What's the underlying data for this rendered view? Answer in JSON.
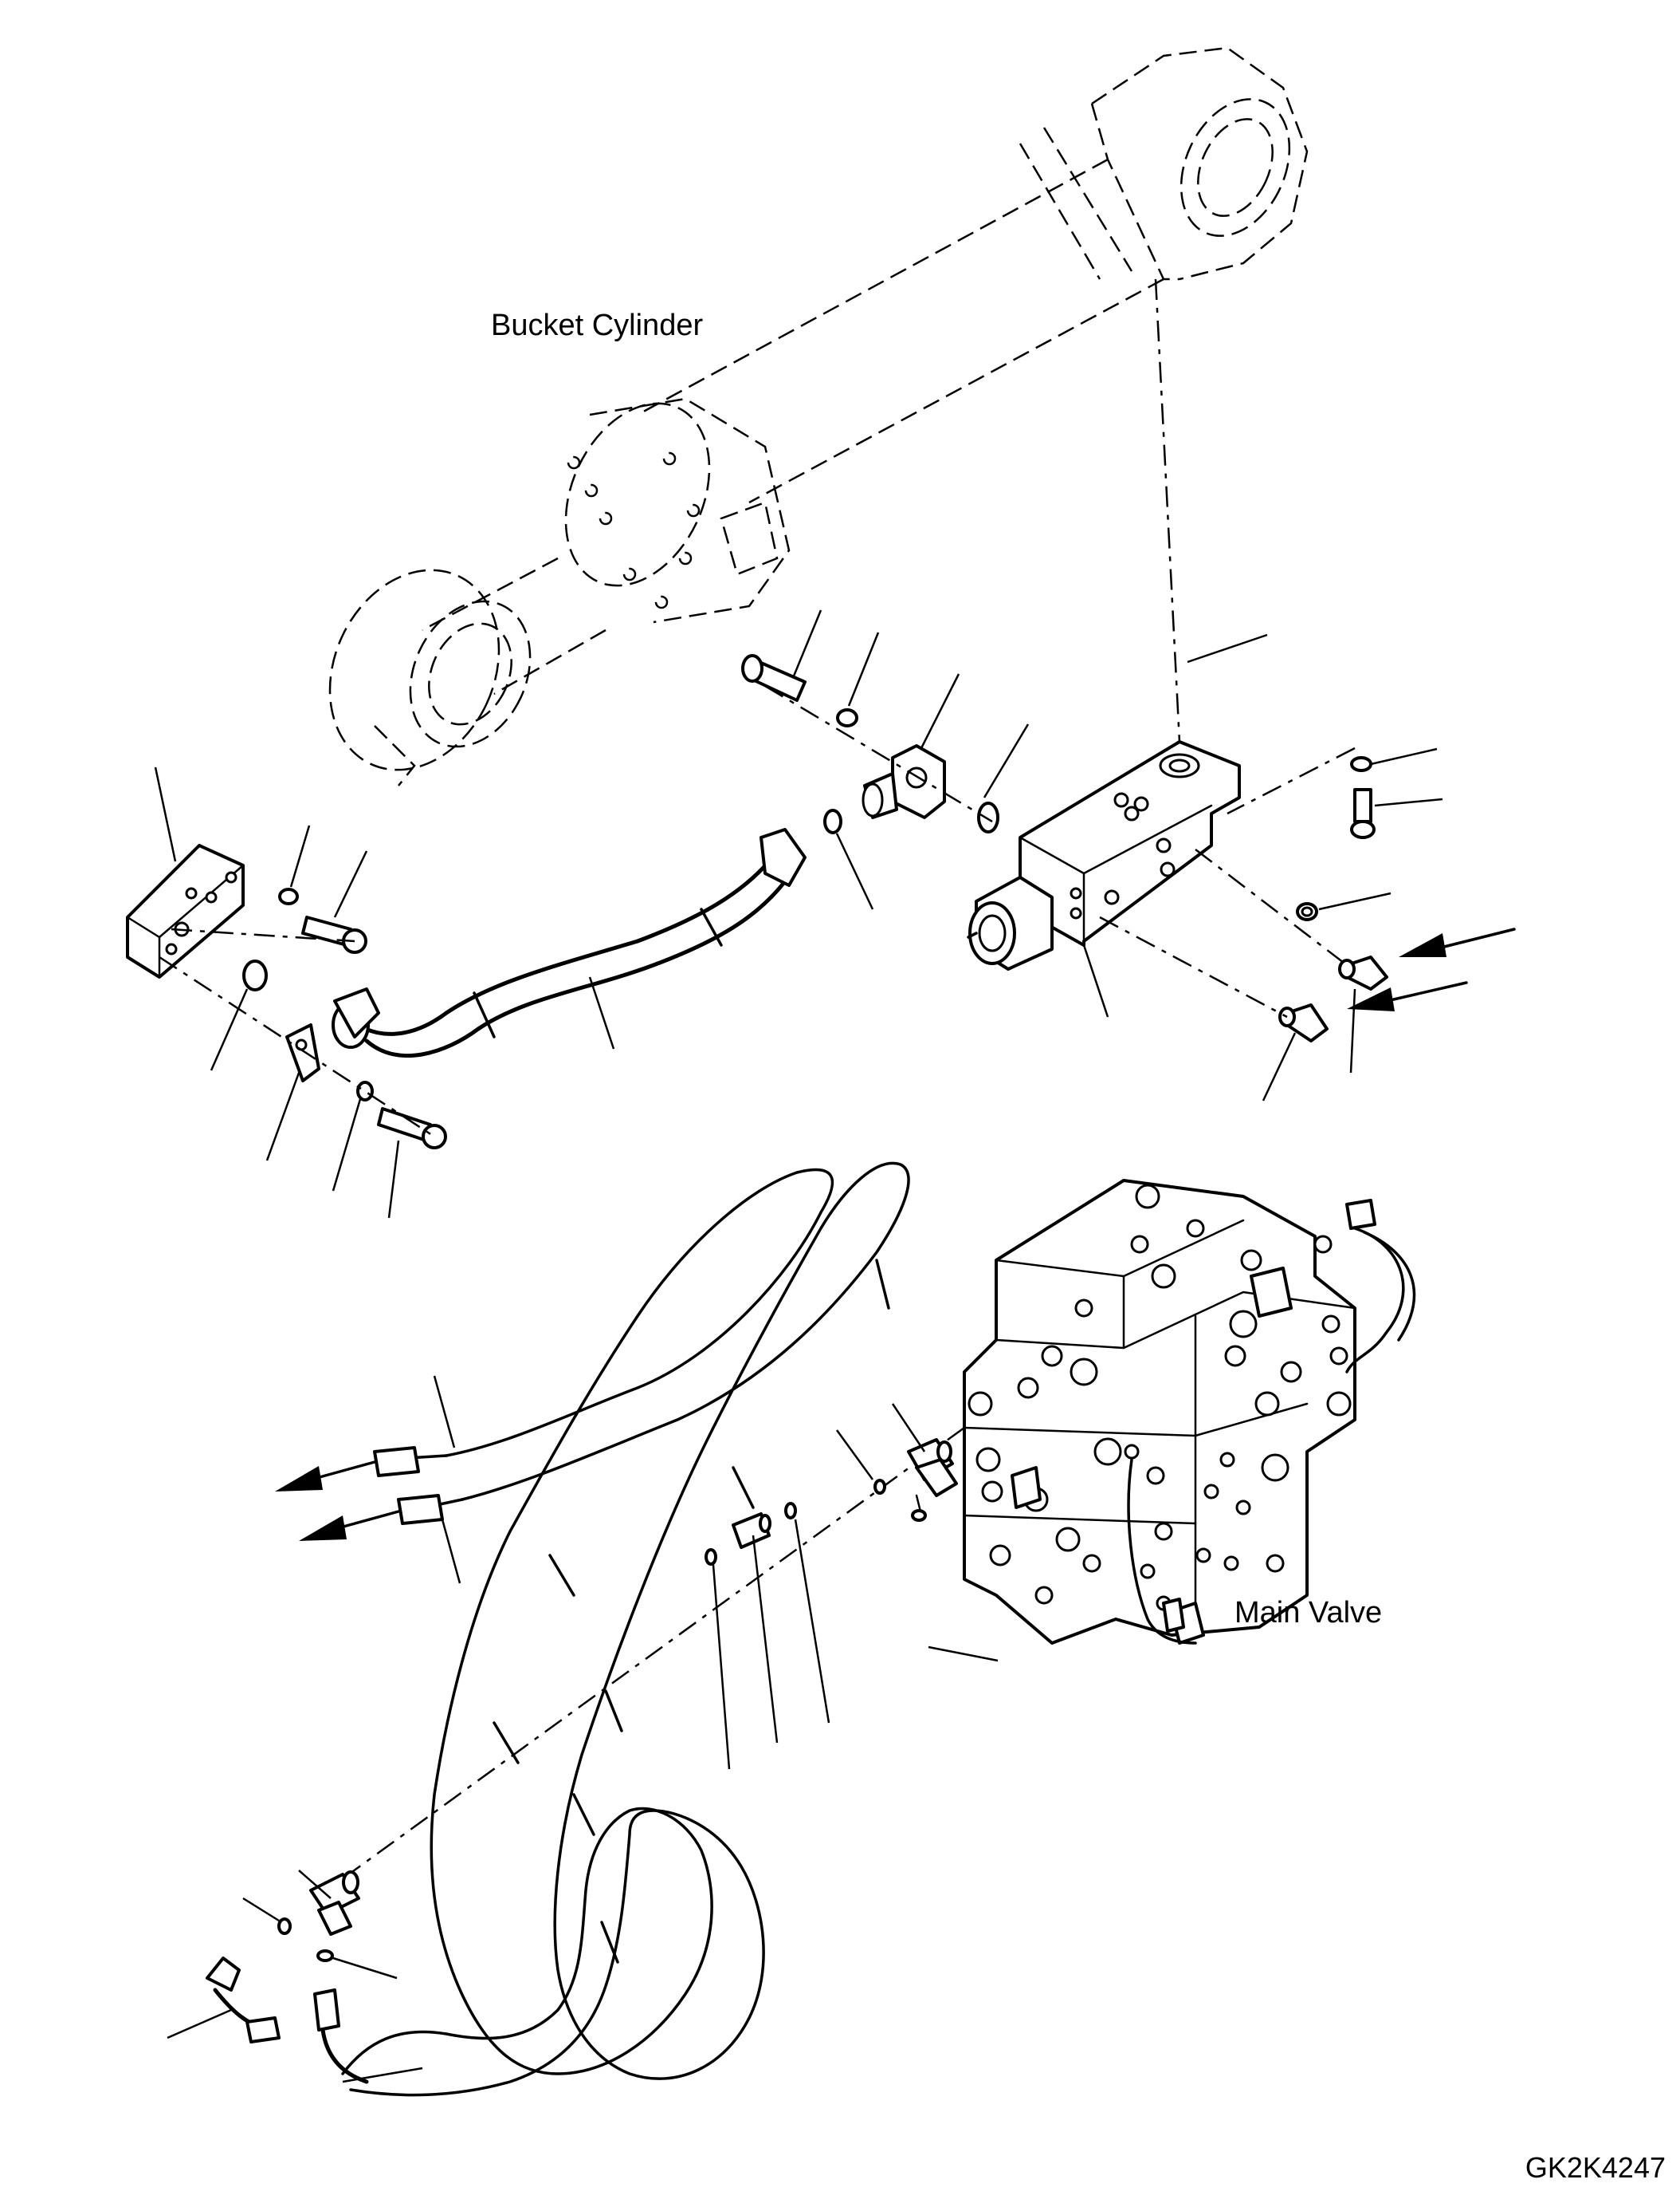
{
  "labels": {
    "bucket_cylinder": "Bucket Cylinder",
    "main_valve": "Main Valve",
    "drawing_code": "GK2K4247"
  }
}
